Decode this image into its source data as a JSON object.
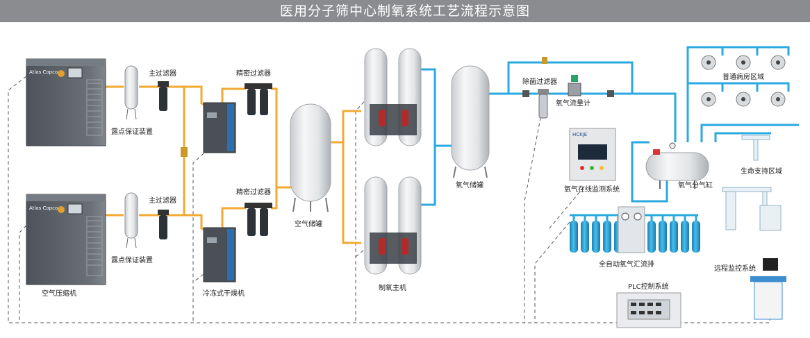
{
  "title": "医用分子筛中心制氧系统工艺流程示意图",
  "labels": {
    "main_filter_top": "主过滤器",
    "main_filter_bottom": "主过滤器",
    "precision_filter_top": "精密过滤器",
    "precision_filter_bottom": "精密过滤器",
    "dew_point_top": "露点保证装置",
    "dew_point_bottom": "露点保证装置",
    "air_compressor": "空气压缩机",
    "refrigerated_dryer": "冷冻式干燥机",
    "air_tank": "空气储罐",
    "oxygen_generator": "制氧主机",
    "oxygen_tank": "氧气储罐",
    "sterile_filter": "除菌过滤器",
    "oxygen_flowmeter": "氧气流量计",
    "online_monitor": "氧气在线监测系统",
    "ward_area": "普通病房区域",
    "oxygen_manifold": "氧气分气缸",
    "life_support": "生命支持区域",
    "auto_manifold": "全自动氧气汇流排",
    "plc_system": "PLC控制系统",
    "remote_monitor": "远程监控系统"
  },
  "device_text": {
    "compressor_brand": "Atlas Copco",
    "monitor_brand": "HCKJE"
  },
  "colors": {
    "title_bar": "#8a8c8f",
    "air_pipe": "#f2aa32",
    "oxygen_pipe": "#29a9e0",
    "signal_line": "#555555",
    "compressor_body": "#5b6066",
    "cylinder": "#2aa8d8"
  }
}
